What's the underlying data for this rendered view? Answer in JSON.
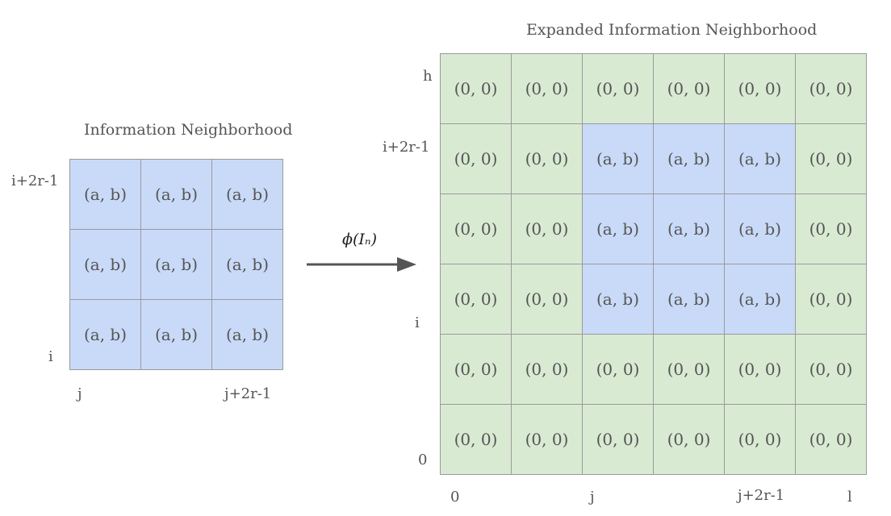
{
  "left": {
    "title": "Information Neighborhood",
    "row_labels": {
      "top": "i+2r-1",
      "bottom": "i"
    },
    "col_labels": {
      "left": "j",
      "right": "j+2r-1"
    },
    "cells": [
      [
        "(a, b)",
        "(a, b)",
        "(a, b)"
      ],
      [
        "(a, b)",
        "(a, b)",
        "(a, b)"
      ],
      [
        "(a, b)",
        "(a, b)",
        "(a, b)"
      ]
    ]
  },
  "arrow": {
    "label": "ϕ(Iₙ)"
  },
  "right": {
    "title": "Expanded Information Neighborhood",
    "row_labels": {
      "h": "h",
      "top": "i+2r-1",
      "i": "i",
      "zero": "0"
    },
    "col_labels": {
      "zero": "0",
      "j": "j",
      "j_end": "j+2r-1",
      "l": "l"
    },
    "cells": [
      [
        "(0, 0)",
        "(0, 0)",
        "(0, 0)",
        "(0, 0)",
        "(0, 0)",
        "(0, 0)"
      ],
      [
        "(0, 0)",
        "(0, 0)",
        "(a, b)",
        "(a, b)",
        "(a, b)",
        "(0, 0)"
      ],
      [
        "(0, 0)",
        "(0, 0)",
        "(a, b)",
        "(a, b)",
        "(a, b)",
        "(0, 0)"
      ],
      [
        "(0, 0)",
        "(0, 0)",
        "(a, b)",
        "(a, b)",
        "(a, b)",
        "(0, 0)"
      ],
      [
        "(0, 0)",
        "(0, 0)",
        "(0, 0)",
        "(0, 0)",
        "(0, 0)",
        "(0, 0)"
      ],
      [
        "(0, 0)",
        "(0, 0)",
        "(0, 0)",
        "(0, 0)",
        "(0, 0)",
        "(0, 0)"
      ]
    ]
  },
  "colors": {
    "neighborhood": "#c9daf8",
    "padding": "#d9ead3",
    "grid_line": "#9a9a9a",
    "arrow": "#555555"
  }
}
